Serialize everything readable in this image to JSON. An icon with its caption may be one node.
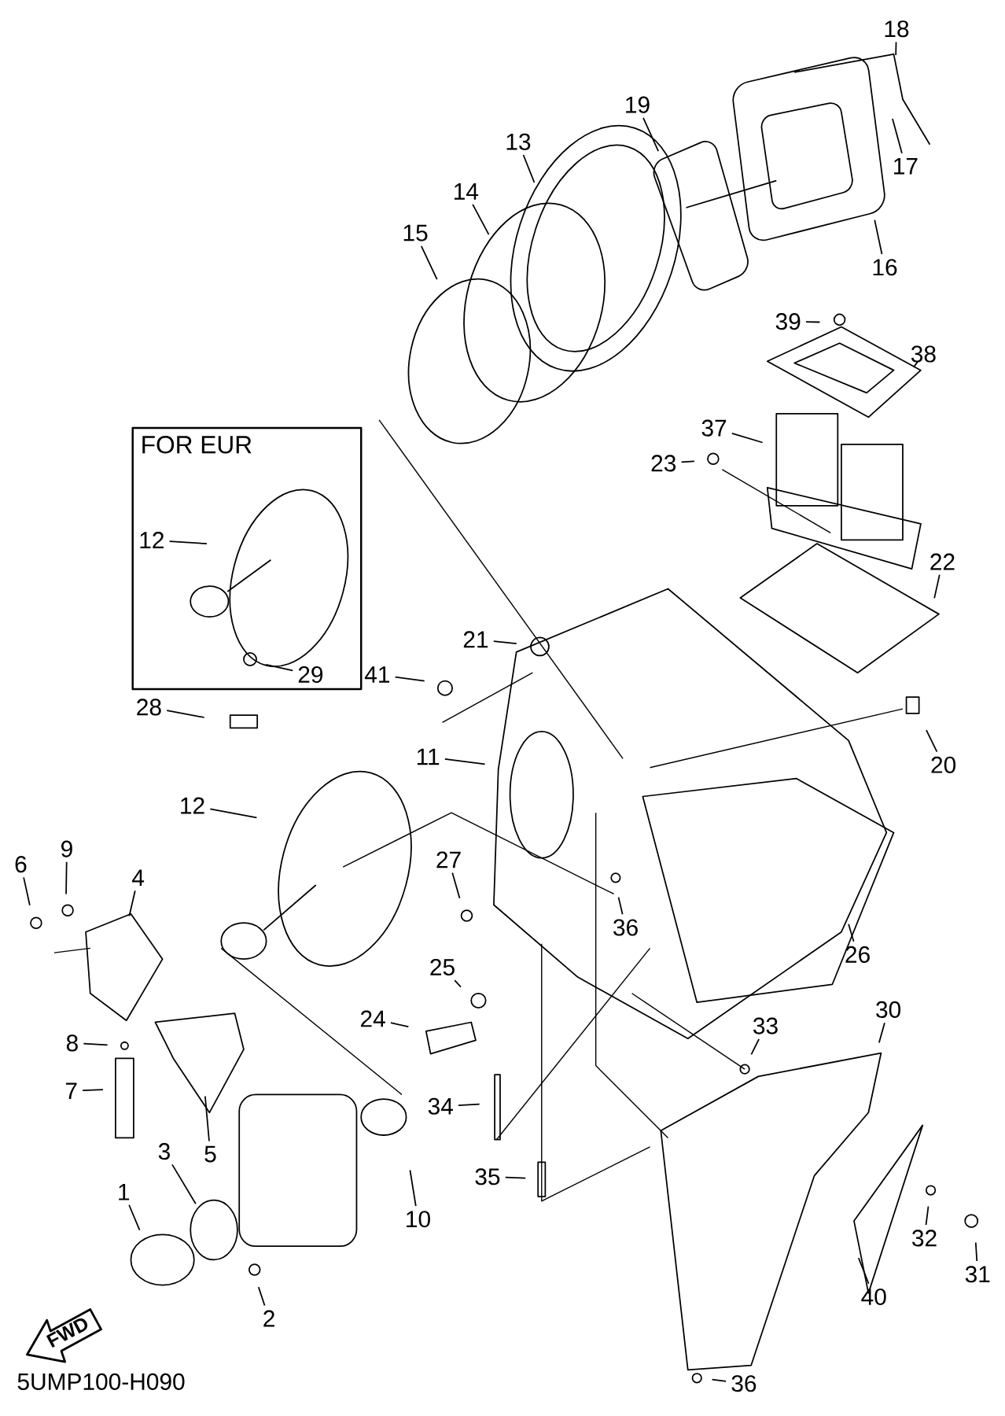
{
  "diagram": {
    "nodes": [
      {
        "text": [
          "18"
        ]
      },
      {
        "text": [
          "17"
        ]
      },
      {
        "text": [
          "19"
        ]
      },
      {
        "text": [
          "13"
        ]
      },
      {
        "text": [
          "14"
        ]
      },
      {
        "text": [
          "16"
        ]
      },
      {
        "text": [
          "15"
        ]
      },
      {
        "text": [
          "39"
        ]
      },
      {
        "text": [
          "38"
        ]
      },
      {
        "text": [
          "37"
        ]
      },
      {
        "text": [
          "23"
        ]
      },
      {
        "text": [
          "FOR EUR"
        ]
      },
      {
        "text": [
          "12"
        ],
        "in": 11
      },
      {
        "text": [
          "22"
        ]
      },
      {
        "text": [
          "21"
        ]
      },
      {
        "text": [
          "29"
        ],
        "in": 11
      },
      {
        "text": [
          "41"
        ]
      },
      {
        "text": [
          "28"
        ]
      },
      {
        "text": [
          "11"
        ]
      },
      {
        "text": [
          "20"
        ]
      },
      {
        "text": [
          "12"
        ]
      },
      {
        "text": [
          "27"
        ]
      },
      {
        "text": [
          "9"
        ]
      },
      {
        "text": [
          "6"
        ]
      },
      {
        "text": [
          "4"
        ]
      },
      {
        "text": [
          "36"
        ]
      },
      {
        "text": [
          "26"
        ]
      },
      {
        "text": [
          "25"
        ]
      },
      {
        "text": [
          "24"
        ]
      },
      {
        "text": [
          "30"
        ]
      },
      {
        "text": [
          "8"
        ]
      },
      {
        "text": [
          "33"
        ]
      },
      {
        "text": [
          "7"
        ]
      },
      {
        "text": [
          "34"
        ]
      },
      {
        "text": [
          "5"
        ]
      },
      {
        "text": [
          "3"
        ]
      },
      {
        "text": [
          "10"
        ]
      },
      {
        "text": [
          "35"
        ]
      },
      {
        "text": [
          "32"
        ]
      },
      {
        "text": [
          "1"
        ]
      },
      {
        "text": [
          "31"
        ]
      },
      {
        "text": [
          "40"
        ]
      },
      {
        "text": [
          "2"
        ]
      },
      {
        "text": [
          "36"
        ]
      }
    ],
    "edges": [
      {
        "from": 0,
        "to": null,
        "arrow": "none"
      },
      {
        "from": 1,
        "to": null,
        "arrow": "none"
      },
      {
        "from": 2,
        "to": null,
        "arrow": "none"
      },
      {
        "from": 3,
        "to": null,
        "arrow": "none"
      },
      {
        "from": 4,
        "to": null,
        "arrow": "none"
      },
      {
        "from": 5,
        "to": null,
        "arrow": "none"
      },
      {
        "from": 6,
        "to": null,
        "arrow": "none"
      },
      {
        "from": 7,
        "to": null,
        "arrow": "none"
      },
      {
        "from": 8,
        "to": null,
        "arrow": "none"
      },
      {
        "from": 9,
        "to": null,
        "arrow": "none"
      },
      {
        "from": 10,
        "to": null,
        "arrow": "none"
      },
      {
        "from": 12,
        "to": null,
        "arrow": "none"
      },
      {
        "from": 13,
        "to": null,
        "arrow": "none"
      },
      {
        "from": 14,
        "to": null,
        "arrow": "none"
      },
      {
        "from": 15,
        "to": null,
        "arrow": "none"
      },
      {
        "from": 16,
        "to": null,
        "arrow": "none"
      },
      {
        "from": 17,
        "to": null,
        "arrow": "none"
      },
      {
        "from": 18,
        "to": null,
        "arrow": "none"
      },
      {
        "from": 19,
        "to": null,
        "arrow": "none"
      },
      {
        "from": 20,
        "to": null,
        "arrow": "none"
      },
      {
        "from": 21,
        "to": null,
        "arrow": "none"
      },
      {
        "from": 22,
        "to": null,
        "arrow": "none"
      },
      {
        "from": 23,
        "to": null,
        "arrow": "none"
      },
      {
        "from": 24,
        "to": null,
        "arrow": "none"
      },
      {
        "from": 25,
        "to": null,
        "arrow": "none"
      },
      {
        "from": 26,
        "to": null,
        "arrow": "none"
      },
      {
        "from": 27,
        "to": null,
        "arrow": "none"
      },
      {
        "from": 28,
        "to": null,
        "arrow": "none"
      },
      {
        "from": 29,
        "to": null,
        "arrow": "none"
      },
      {
        "from": 30,
        "to": null,
        "arrow": "none"
      },
      {
        "from": 31,
        "to": null,
        "arrow": "none"
      },
      {
        "from": 32,
        "to": null,
        "arrow": "none"
      },
      {
        "from": 33,
        "to": null,
        "arrow": "none"
      },
      {
        "from": 34,
        "to": null,
        "arrow": "none"
      },
      {
        "from": 35,
        "to": null,
        "arrow": "none"
      },
      {
        "from": 36,
        "to": null,
        "arrow": "none"
      },
      {
        "from": 37,
        "to": null,
        "arrow": "none"
      },
      {
        "from": 38,
        "to": null,
        "arrow": "none"
      },
      {
        "from": 39,
        "to": null,
        "arrow": "none"
      },
      {
        "from": 40,
        "to": null,
        "arrow": "none"
      },
      {
        "from": 41,
        "to": null,
        "arrow": "none"
      },
      {
        "from": 42,
        "to": null,
        "arrow": "none"
      },
      {
        "from": 43,
        "to": null,
        "arrow": "none"
      }
    ],
    "labels": [
      "FWD",
      "5UMP100-H090"
    ]
  }
}
